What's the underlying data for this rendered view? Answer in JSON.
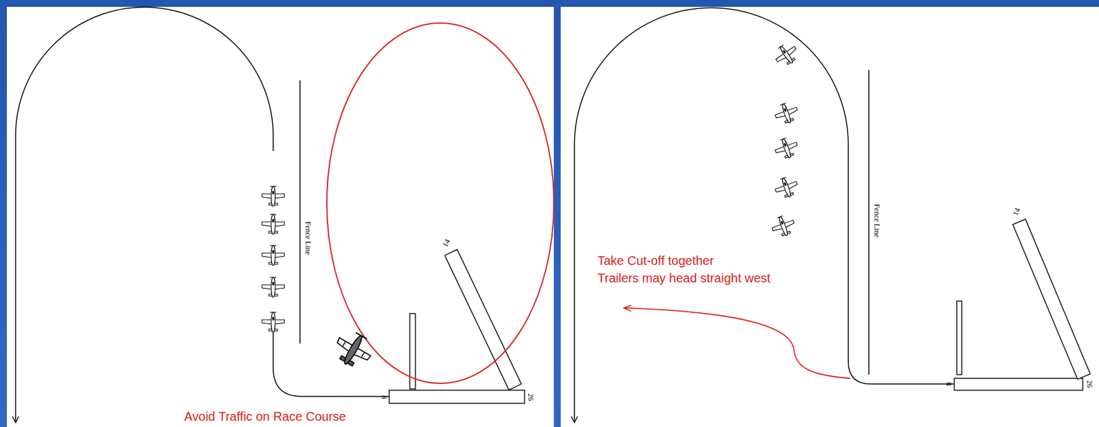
{
  "diagram": {
    "labels": [
      "Fence Line",
      "14",
      "8",
      "26",
      "Avoid Traffic on Race Course",
      "Take Cut-off together",
      "Trailers may head straight west",
      "Fence Line",
      "14",
      "8",
      "26"
    ]
  }
}
